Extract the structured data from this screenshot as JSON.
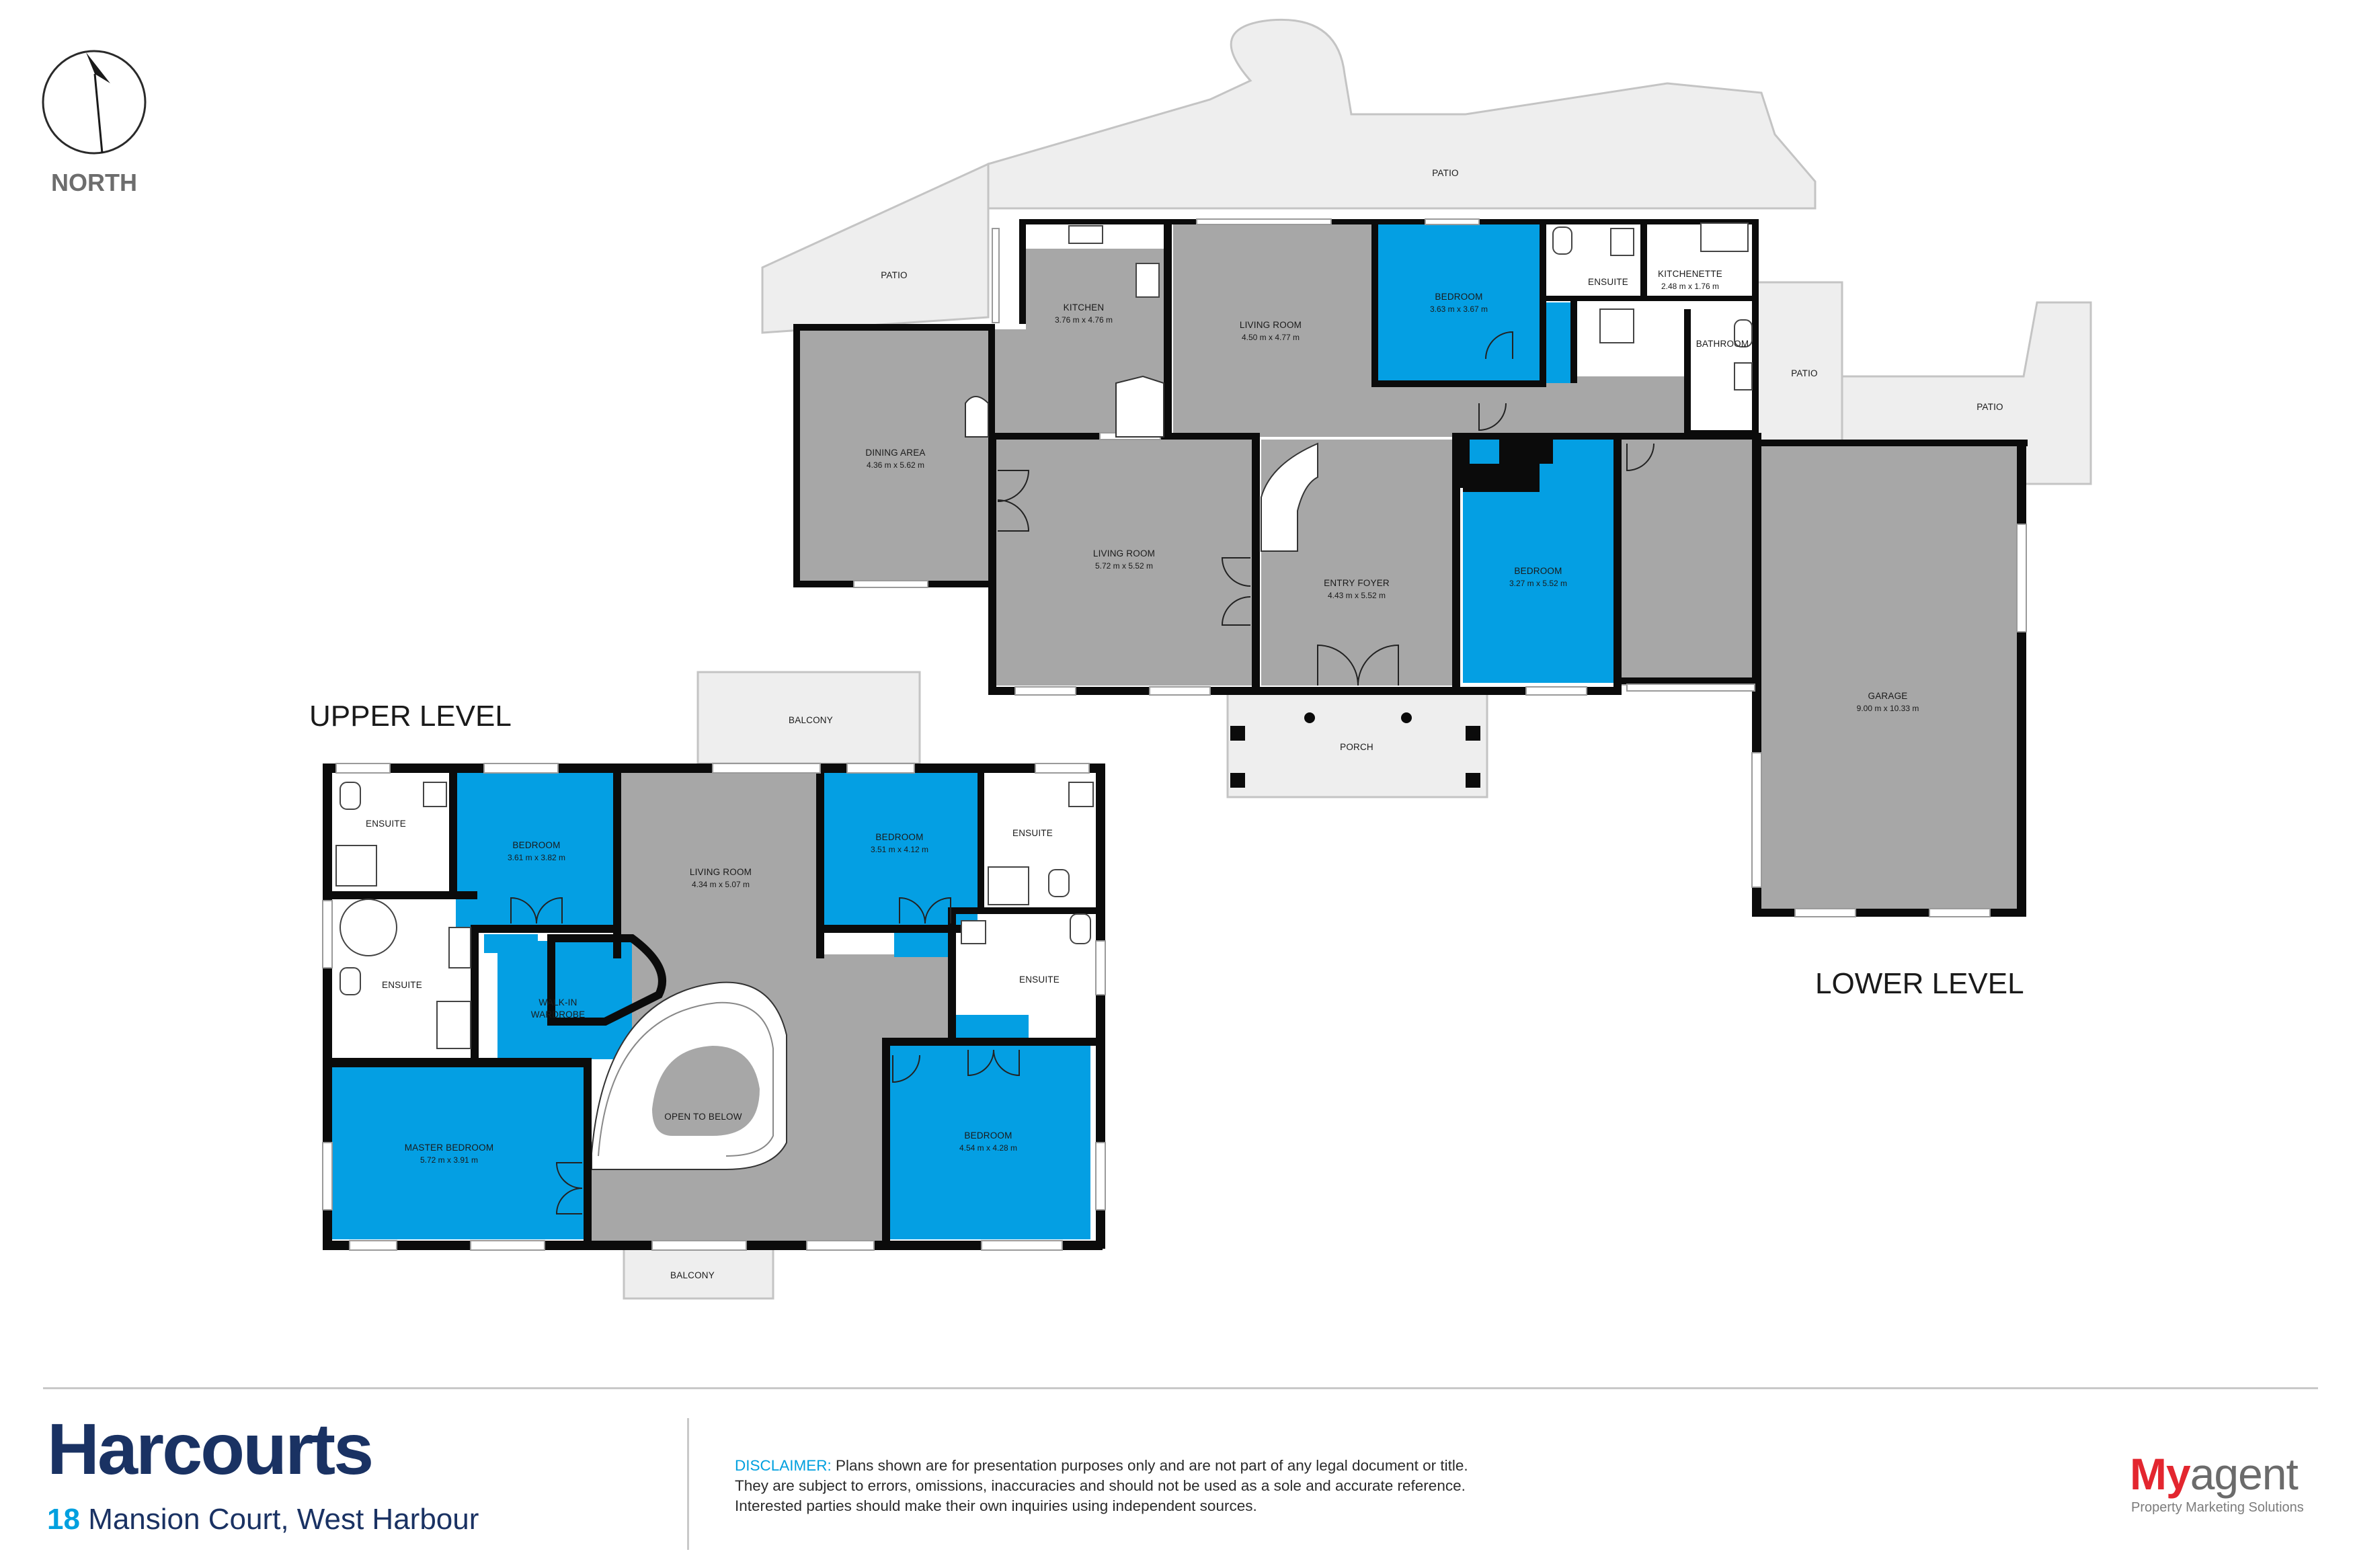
{
  "compass": {
    "label": "NORTH"
  },
  "levels": {
    "upper": "UPPER LEVEL",
    "lower": "LOWER LEVEL"
  },
  "lower_rooms": {
    "patio_top": {
      "name": "PATIO"
    },
    "patio_left": {
      "name": "PATIO"
    },
    "patio_right_a": {
      "name": "PATIO"
    },
    "patio_right_b": {
      "name": "PATIO"
    },
    "kitchen": {
      "name": "KITCHEN",
      "dim": "3.76 m x 4.76 m"
    },
    "dining": {
      "name": "DINING AREA",
      "dim": "4.36 m x 5.62 m"
    },
    "living_top": {
      "name": "LIVING ROOM",
      "dim": "4.50 m x 4.77 m"
    },
    "bedroom_top": {
      "name": "BEDROOM",
      "dim": "3.63 m x 3.67 m"
    },
    "ensuite": {
      "name": "ENSUITE"
    },
    "kitchenette": {
      "name": "KITCHENETTE",
      "dim": "2.48 m x 1.76 m"
    },
    "bathroom": {
      "name": "BATHROOM"
    },
    "living_mid": {
      "name": "LIVING ROOM",
      "dim": "5.72 m x 5.52 m"
    },
    "foyer": {
      "name": "ENTRY FOYER",
      "dim": "4.43 m x 5.52 m"
    },
    "bedroom_mid": {
      "name": "BEDROOM",
      "dim": "3.27 m x 5.52 m"
    },
    "garage": {
      "name": "GARAGE",
      "dim": "9.00 m x 10.33 m"
    },
    "porch": {
      "name": "PORCH"
    }
  },
  "upper_rooms": {
    "balcony_top": {
      "name": "BALCONY"
    },
    "ensuite_tl": {
      "name": "ENSUITE"
    },
    "bedroom_tl": {
      "name": "BEDROOM",
      "dim": "3.61 m x 3.82 m"
    },
    "living": {
      "name": "LIVING ROOM",
      "dim": "4.34 m x 5.07 m"
    },
    "bedroom_tr": {
      "name": "BEDROOM",
      "dim": "3.51 m x 4.12 m"
    },
    "ensuite_tr": {
      "name": "ENSUITE"
    },
    "ensuite_ml": {
      "name": "ENSUITE"
    },
    "walkin_a": {
      "name": "WALK-IN"
    },
    "walkin_b": {
      "name": "WARDROBE"
    },
    "ensuite_mr": {
      "name": "ENSUITE"
    },
    "open_below": {
      "name": "OPEN TO BELOW"
    },
    "master": {
      "name": "MASTER BEDROOM",
      "dim": "5.72 m x 3.91 m"
    },
    "bedroom_br": {
      "name": "BEDROOM",
      "dim": "4.54 m x 4.28 m"
    },
    "balcony_bottom": {
      "name": "BALCONY"
    }
  },
  "footer": {
    "brand": "Harcourts",
    "address_number": "18",
    "address_text": "Mansion Court, West Harbour",
    "disclaimer_label": "DISCLAIMER:",
    "disclaimer_line1": "Plans shown are for presentation purposes only and are not part of any legal document or title.",
    "disclaimer_line2": "They are subject to errors, omissions, inaccuracies and should not be used as a sole and accurate reference.",
    "disclaimer_line3": "Interested parties should make their own inquiries using independent sources.",
    "logo_my": "My",
    "logo_agent": "agent",
    "logo_sub": "Property Marketing Solutions"
  },
  "colors": {
    "room_blue": "#049fe3",
    "room_grey": "#a7a7a7",
    "brand_navy": "#1a3263",
    "brand_cyan": "#00a0df",
    "myagent_red": "#e3262f"
  }
}
